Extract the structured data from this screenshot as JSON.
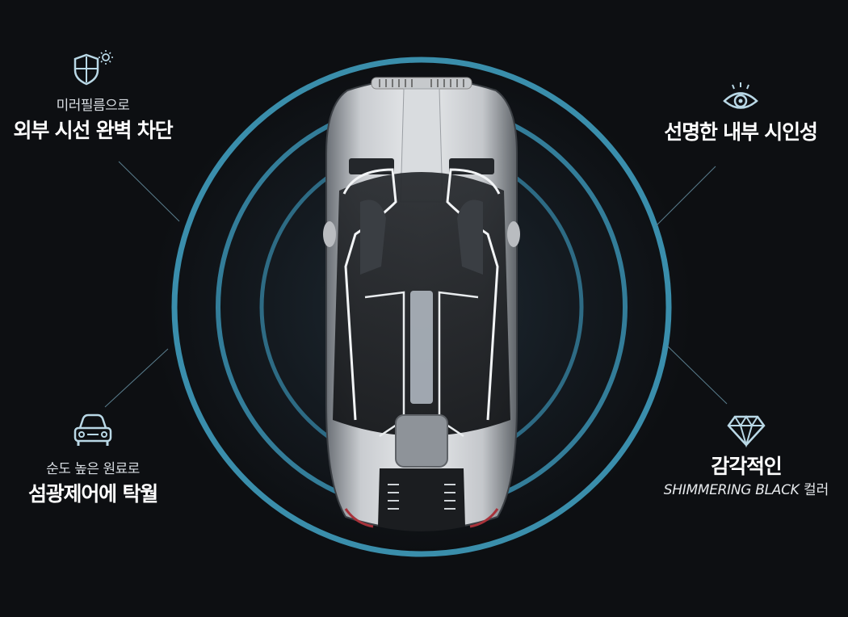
{
  "features": {
    "top_left": {
      "icon": "shield-sun-icon",
      "subtitle": "미러필름으로",
      "title": "외부 시선 완벽 차단"
    },
    "top_right": {
      "icon": "eye-icon",
      "title": "선명한 내부 시인성"
    },
    "bottom_left": {
      "icon": "car-front-icon",
      "subtitle": "순도 높은 원료로",
      "title": "섬광제어에 탁월"
    },
    "bottom_right": {
      "icon": "diamond-icon",
      "title": "감각적인",
      "caption_em": "SHIMMERING BLACK",
      "caption_suffix": "컬러"
    }
  },
  "colors": {
    "ring": "#3f9cbd",
    "icon": "#b9d8e6",
    "background": "#0d0f12"
  }
}
